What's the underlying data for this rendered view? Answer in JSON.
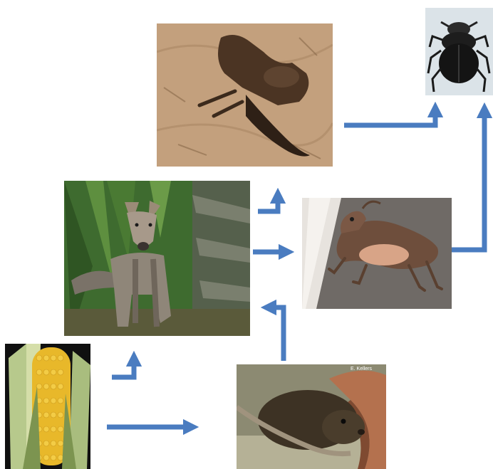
{
  "nodes": [
    {
      "id": "carcass",
      "icon": "animal-carcass-image"
    },
    {
      "id": "beetle",
      "icon": "dung-beetle-image"
    },
    {
      "id": "fox",
      "icon": "fox-image"
    },
    {
      "id": "roadkill",
      "icon": "roadkill-animal-image"
    },
    {
      "id": "corn",
      "icon": "corn-cob-image"
    },
    {
      "id": "rodent",
      "icon": "rodent-image"
    }
  ],
  "rodent_photo_credit": "E. Kellers",
  "arrow_color": "#4a7cc0",
  "arrows": [
    {
      "from": "corn",
      "to": "rodent"
    },
    {
      "from": "corn",
      "to": "fox"
    },
    {
      "from": "rodent",
      "to": "fox"
    },
    {
      "from": "fox",
      "to": "carcass"
    },
    {
      "from": "fox",
      "to": "roadkill"
    },
    {
      "from": "carcass",
      "to": "beetle"
    },
    {
      "from": "roadkill",
      "to": "beetle"
    }
  ]
}
